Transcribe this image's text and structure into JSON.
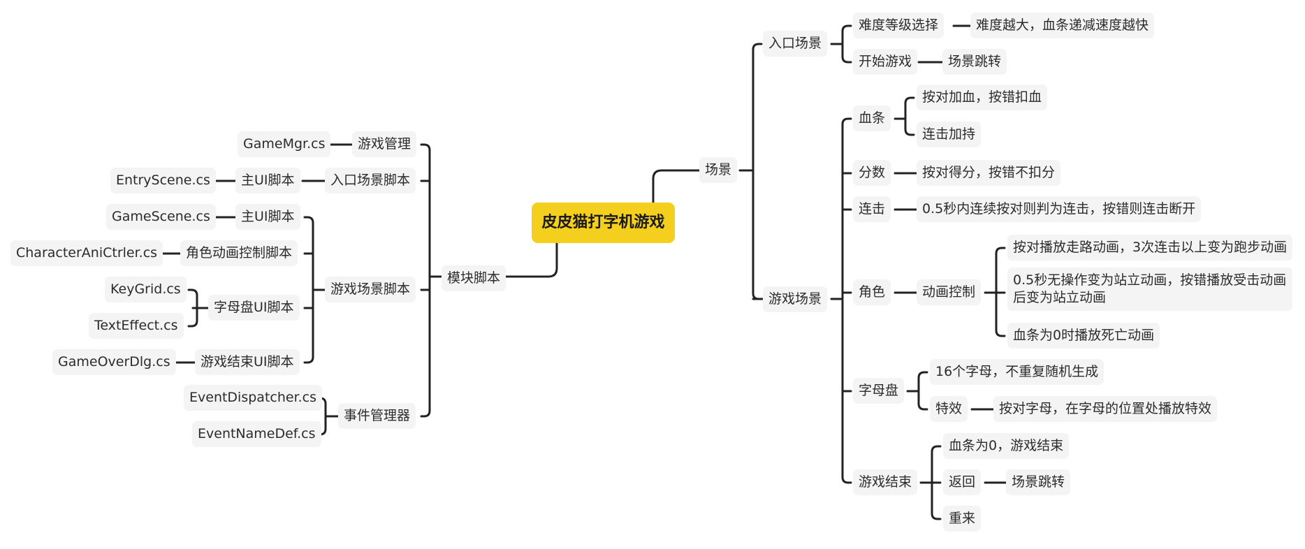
{
  "root": {
    "label": "皮皮猫打字机游戏"
  },
  "right": {
    "scene": {
      "label": "场景",
      "entry": {
        "label": "入口场景",
        "difficulty": {
          "label": "难度等级选择",
          "detail": "难度越大，血条递减速度越快"
        },
        "start": {
          "label": "开始游戏",
          "detail": "场景跳转"
        }
      },
      "game": {
        "label": "游戏场景",
        "hp": {
          "label": "血条",
          "items": [
            "按对加血，按错扣血",
            "连击加持"
          ]
        },
        "score": {
          "label": "分数",
          "detail": "按对得分，按错不扣分"
        },
        "combo": {
          "label": "连击",
          "detail": "0.5秒内连续按对则判为连击，按错则连击断开"
        },
        "character": {
          "label": "角色",
          "anim": {
            "label": "动画控制",
            "items": [
              "按对播放走路动画，3次连击以上变为跑步动画",
              "0.5秒无操作变为站立动画，按错播放受击动画后变为站立动画",
              "血条为0时播放死亡动画"
            ]
          }
        },
        "keyboard": {
          "label": "字母盘",
          "random": "16个字母，不重复随机生成",
          "effect": {
            "label": "特效",
            "detail": "按对字母，在字母的位置处播放特效"
          }
        },
        "over": {
          "label": "游戏结束",
          "hp_zero": "血条为0，游戏结束",
          "back": {
            "label": "返回",
            "detail": "场景跳转"
          },
          "retry": "重来"
        }
      }
    }
  },
  "left": {
    "modules": {
      "label": "模块脚本",
      "game_mgr": {
        "label": "游戏管理",
        "file": "GameMgr.cs"
      },
      "entry_script": {
        "label": "入口场景脚本",
        "ui": {
          "label": "主UI脚本",
          "file": "EntryScene.cs"
        }
      },
      "game_script": {
        "label": "游戏场景脚本",
        "main_ui": {
          "label": "主UI脚本",
          "file": "GameScene.cs"
        },
        "char_anim": {
          "label": "角色动画控制脚本",
          "file": "CharacterAniCtrler.cs"
        },
        "keyboard_ui": {
          "label": "字母盘UI脚本",
          "files": [
            "KeyGrid.cs",
            "TextEffect.cs"
          ]
        },
        "over_ui": {
          "label": "游戏结束UI脚本",
          "file": "GameOverDlg.cs"
        }
      },
      "events": {
        "label": "事件管理器",
        "files": [
          "EventDispatcher.cs",
          "EventNameDef.cs"
        ]
      }
    }
  },
  "colors": {
    "root": "#f5cf1d",
    "node": "#f4f4f4",
    "line": "#222222",
    "text": "#2b2b2b"
  }
}
